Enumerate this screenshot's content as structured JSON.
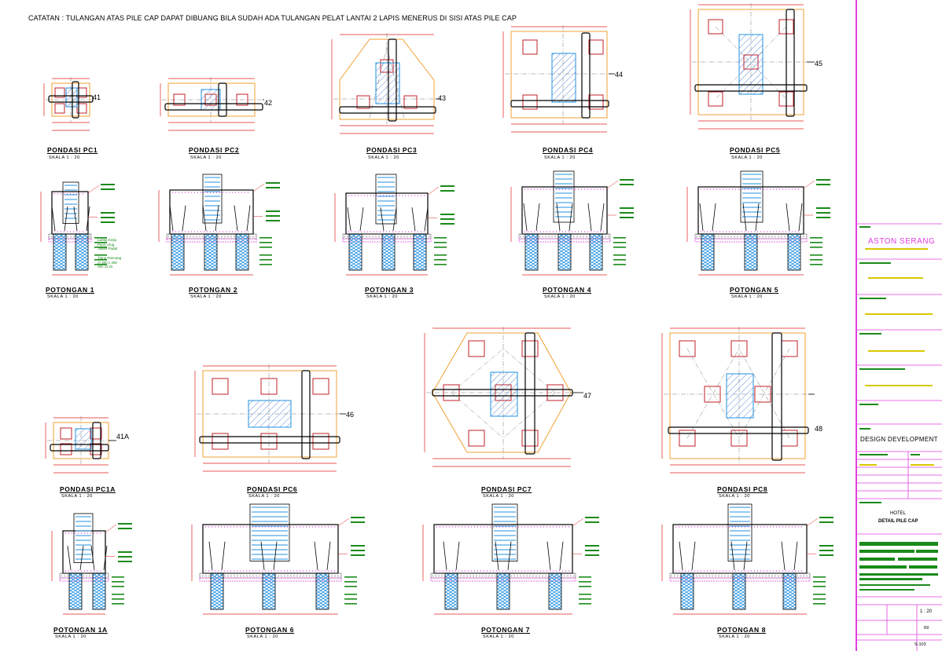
{
  "note": "CATATAN : TULANGAN ATAS PILE CAP DAPAT DIBUANG BILA SUDAH ADA TULANGAN PELAT LANTAI 2 LAPIS MENERUS DI SISI ATAS PILE CAP",
  "plans": [
    {
      "title": "PONDASI PC1",
      "scale": "SKALA   1 : 20",
      "tag": "41"
    },
    {
      "title": "PONDASI PC2",
      "scale": "SKALA   1 : 20",
      "tag": "42"
    },
    {
      "title": "PONDASI PC3",
      "scale": "SKALA   1 : 20",
      "tag": "43"
    },
    {
      "title": "PONDASI PC4",
      "scale": "SKALA   1 : 20",
      "tag": "44"
    },
    {
      "title": "PONDASI PC5",
      "scale": "SKALA   1 : 20",
      "tag": "45"
    },
    {
      "title": "PONDASI PC1A",
      "scale": "SKALA   1 : 20",
      "tag": "41A"
    },
    {
      "title": "PONDASI PC6",
      "scale": "SKALA   1 : 20",
      "tag": "46"
    },
    {
      "title": "PONDASI PC7",
      "scale": "SKALA   1 : 20",
      "tag": "47"
    },
    {
      "title": "PONDASI PC8",
      "scale": "SKALA   1 : 20",
      "tag": "48"
    }
  ],
  "sections": [
    {
      "title": "POTONGAN  1",
      "scale": "SKALA   1 : 20"
    },
    {
      "title": "POTONGAN  2",
      "scale": "SKALA   1 : 20"
    },
    {
      "title": "POTONGAN  3",
      "scale": "SKALA   1 : 20"
    },
    {
      "title": "POTONGAN  4",
      "scale": "SKALA   1 : 20"
    },
    {
      "title": "POTONGAN  5",
      "scale": "SKALA   1 : 20"
    },
    {
      "title": "POTONGAN  1A",
      "scale": "SKALA   1 : 20"
    },
    {
      "title": "POTONGAN  6",
      "scale": "SKALA   1 : 20"
    },
    {
      "title": "POTONGAN  7",
      "scale": "SKALA   1 : 20"
    },
    {
      "title": "POTONGAN  8",
      "scale": "SKALA   1 : 20"
    }
  ],
  "section_labels": {
    "lantai_kerja": "Lantai Kerja",
    "pasir_urug": "Pasir Urug",
    "tanah_padat": "Tanah Padat",
    "tiang_pancang": "Tiang Pancang",
    "tiang_size": "∅ 300 x 300",
    "tiang_depth": "S/D 12 M"
  },
  "titleblock": {
    "project": "ASTON SERANG",
    "status": "DESIGN DEVELOPMENT",
    "hotel": "HOTEL",
    "drawing_title": "DETAIL PILE CAP",
    "scale": "1 : 20",
    "revision": "R0",
    "sheet_no": "S-103"
  },
  "colors": {
    "outline": "#f0a030",
    "pile": "#c0202a",
    "column": "#2090e0",
    "rebar": "#000000",
    "text_green": "#1a8a1a",
    "dim_red": "#e02020",
    "pasir": "#e040e0",
    "border": "#e040e0"
  }
}
